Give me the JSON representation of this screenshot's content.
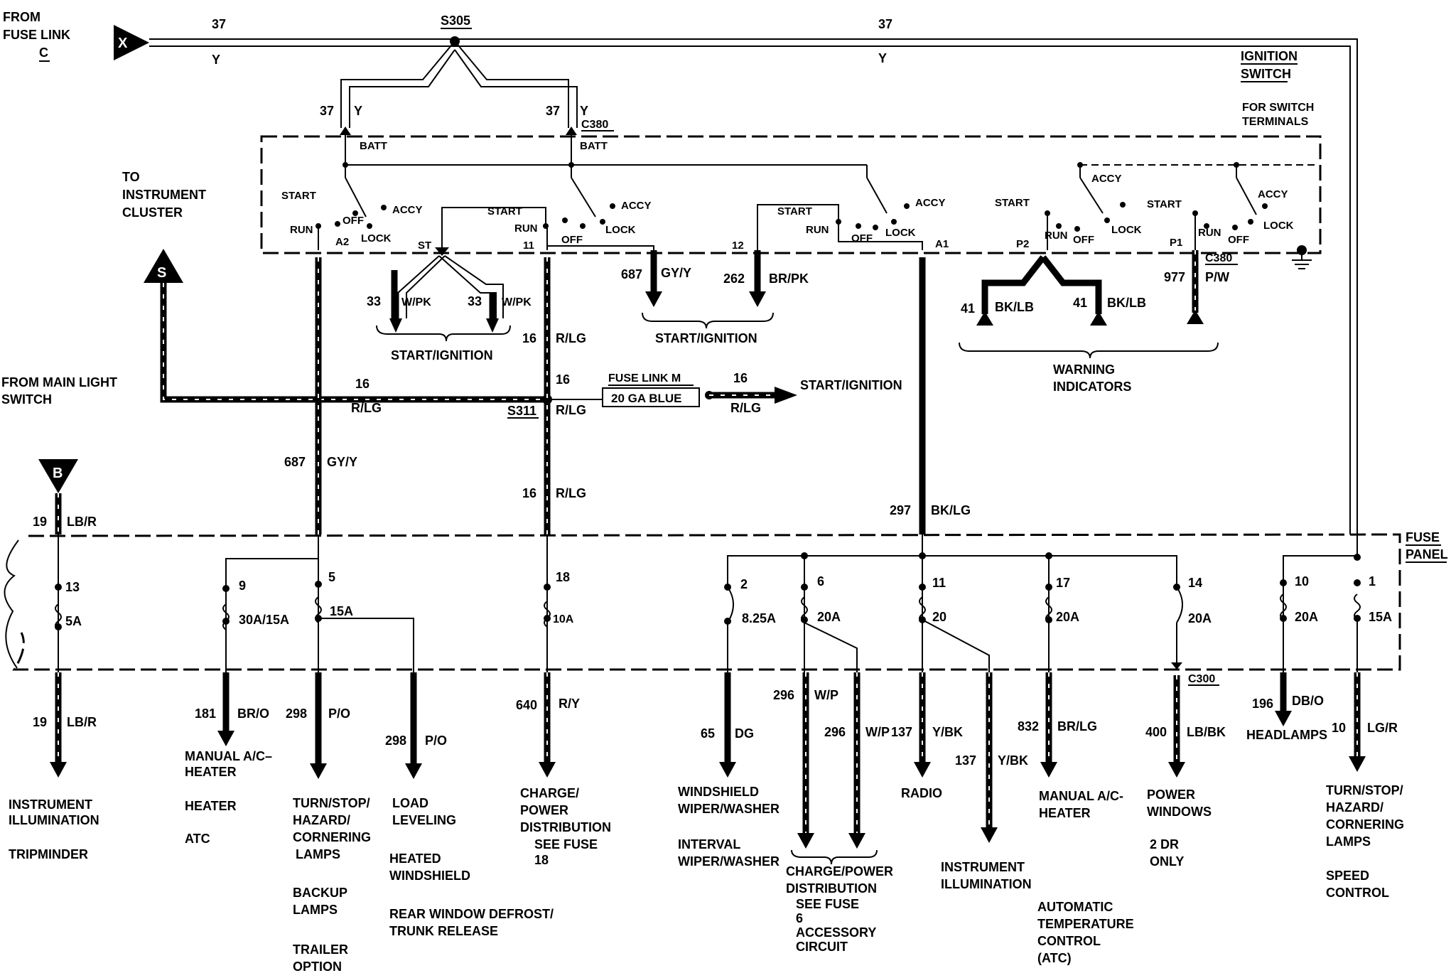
{
  "header": {
    "from_fuse_link_line1": "FROM",
    "from_fuse_link_line2": "FUSE LINK",
    "from_fuse_link_id": "C",
    "connector_x": "X",
    "splice_top": "S305",
    "wire_37_left": "37",
    "wire_37_left_color": "Y",
    "wire_37_right": "37",
    "wire_37_right_color": "Y"
  },
  "ignition_switch": {
    "title_line1": "IGNITION",
    "title_line2": "SWITCH",
    "note_line1": "FOR SWITCH",
    "note_line2": "TERMINALS",
    "connector_top": "C380",
    "connector_right": "C380",
    "batt": "BATT",
    "batt2": "BATT",
    "wire_37a": "37",
    "wire_37a_color": "Y",
    "wire_37b": "37",
    "wire_37b_color": "Y",
    "to_cluster_line1": "TO",
    "to_cluster_line2": "INSTRUMENT",
    "to_cluster_line3": "CLUSTER",
    "sw_start": "START",
    "sw_run": "RUN",
    "sw_off": "OFF",
    "sw_accy": "ACCY",
    "sw_lock": "LOCK",
    "term_a2": "A2",
    "term_st": "ST",
    "term_11": "11",
    "term_12": "12",
    "term_a1": "A1",
    "term_p2": "P2",
    "term_p1": "P1"
  },
  "start_ignition_group1": {
    "wire_33a": "33",
    "wire_33a_color": "W/PK",
    "wire_33b": "33",
    "wire_33b_color": "W/PK",
    "label": "START/IGNITION"
  },
  "start_ignition_group2": {
    "wire_687": "687",
    "wire_687_color": "GY/Y",
    "wire_262": "262",
    "wire_262_color": "BR/PK",
    "label": "START/IGNITION"
  },
  "warning": {
    "wire_41a": "41",
    "wire_41a_color": "BK/LB",
    "wire_41b": "41",
    "wire_41b_color": "BK/LB",
    "wire_977": "977",
    "wire_977_color": "P/W",
    "label_line1": "WARNING",
    "label_line2": "INDICATORS"
  },
  "main_light": {
    "connector_s": "S",
    "label_line1": "FROM MAIN LIGHT",
    "label_line2": "SWITCH",
    "wire_16a": "16",
    "wire_16a_color": "R/LG",
    "splice": "S311",
    "wire_16b": "16",
    "wire_16b_color": "R/LG",
    "wire_16c": "16",
    "wire_16c_color": "R/LG",
    "wire_16d": "16",
    "wire_16d_color": "R/LG",
    "fuse_link_label": "FUSE LINK M",
    "fuse_link_box": "20 GA BLUE",
    "wire_16e": "16",
    "wire_16e_color": "R/LG",
    "out_label": "START/IGNITION"
  },
  "feeds": {
    "wire_687": "687",
    "wire_687_color": "GY/Y",
    "wire_297": "297",
    "wire_297_color": "BK/LG",
    "connector_b": "B",
    "wire_19_top": "19",
    "wire_19_top_color": "LB/R"
  },
  "fuse_panel": {
    "label_line1": "FUSE",
    "label_line2": "PANEL",
    "c300": "C300",
    "fuses": [
      {
        "num": "13",
        "rating": "5A"
      },
      {
        "num": "9",
        "rating": "30A/15A"
      },
      {
        "num": "5",
        "rating": "15A"
      },
      {
        "num": "18",
        "rating": "10A"
      },
      {
        "num": "2",
        "rating": "8.25A"
      },
      {
        "num": "6",
        "rating": "20A"
      },
      {
        "num": "11",
        "rating": "20"
      },
      {
        "num": "17",
        "rating": "20A"
      },
      {
        "num": "14",
        "rating": "20A"
      },
      {
        "num": "10",
        "rating": "20A"
      },
      {
        "num": "1",
        "rating": "15A"
      }
    ]
  },
  "outputs": [
    {
      "wire": "19",
      "color": "LB/R",
      "lines": [
        "INSTRUMENT",
        "ILLUMINATION",
        "",
        "TRIPMINDER"
      ]
    },
    {
      "wire": "181",
      "color": "BR/O",
      "lines": [
        "MANUAL A/C–",
        "HEATER",
        "",
        "HEATER",
        "",
        "ATC"
      ]
    },
    {
      "wire": "298",
      "color": "P/O",
      "lines": [
        "TURN/STOP/",
        "HAZARD/",
        "CORNERING",
        "LAMPS",
        "",
        "BACKUP",
        "LAMPS",
        "",
        "TRAILER",
        "OPTION"
      ]
    },
    {
      "wire": "298",
      "color": "P/O",
      "lines": [
        "LOAD",
        "LEVELING",
        "",
        "HEATED",
        "WINDSHIELD",
        "",
        "REAR WINDOW DEFROST/",
        "TRUNK RELEASE"
      ]
    },
    {
      "wire": "640",
      "color": "R/Y",
      "lines": [
        "CHARGE/",
        "POWER",
        "DISTRIBUTION",
        "SEE FUSE",
        "18"
      ]
    },
    {
      "wire": "65",
      "color": "DG",
      "lines": [
        "WINDSHIELD",
        "WIPER/WASHER",
        "",
        "INTERVAL",
        "WIPER/WASHER"
      ]
    },
    {
      "wire": "296",
      "color": "W/P",
      "lines": []
    },
    {
      "wire": "296",
      "color": "W/P",
      "lines": []
    },
    {
      "wire": "137",
      "color": "Y/BK",
      "lines": [
        "RADIO"
      ]
    },
    {
      "wire": "137",
      "color": "Y/BK",
      "lines": [
        "INSTRUMENT",
        "ILLUMINATION"
      ]
    },
    {
      "wire": "832",
      "color": "BR/LG",
      "lines": [
        "MANUAL A/C-",
        "HEATER",
        "",
        "",
        "",
        "AUTOMATIC",
        "TEMPERATURE",
        "CONTROL",
        "(ATC)"
      ]
    },
    {
      "wire": "400",
      "color": "LB/BK",
      "lines": [
        "POWER",
        "WINDOWS",
        "",
        "2 DR",
        "ONLY"
      ]
    },
    {
      "wire": "196",
      "color": "DB/O",
      "lines": [
        "HEADLAMPS"
      ]
    },
    {
      "wire": "10",
      "color": "LG/R",
      "lines": [
        "TURN/STOP/",
        "HAZARD/",
        "CORNERING",
        "LAMPS",
        "",
        "SPEED",
        "CONTROL"
      ]
    }
  ],
  "charge_group": {
    "lines": [
      "CHARGE/POWER",
      "DISTRIBUTION",
      "SEE FUSE",
      "6",
      "ACCESSORY",
      "CIRCUIT"
    ]
  }
}
